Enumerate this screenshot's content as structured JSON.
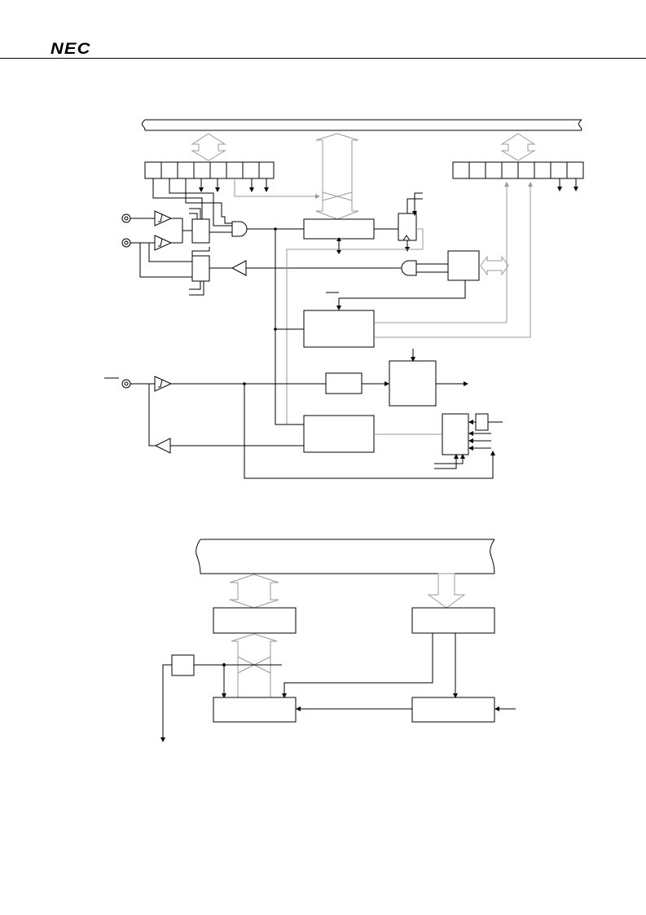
{
  "header": {
    "logo_text": "NEC",
    "logo_icon": "nec-logo"
  },
  "diagrams": [
    {
      "id": "upper-block-diagram"
    },
    {
      "id": "lower-block-diagram"
    }
  ]
}
